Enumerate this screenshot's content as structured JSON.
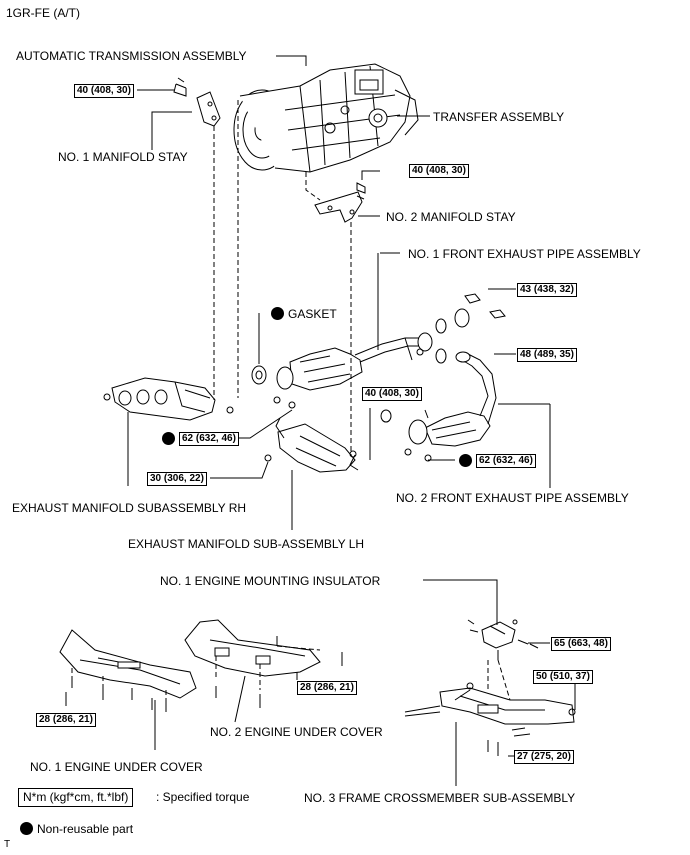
{
  "title": "1GR-FE (A/T)",
  "labels": {
    "automatic_transmission": "AUTOMATIC TRANSMISSION ASSEMBLY",
    "transfer": "TRANSFER ASSEMBLY",
    "manifold_stay_1": "NO. 1 MANIFOLD STAY",
    "manifold_stay_2": "NO. 2 MANIFOLD STAY",
    "front_exhaust_pipe_1": "NO. 1 FRONT EXHAUST PIPE ASSEMBLY",
    "gasket": "GASKET",
    "front_exhaust_pipe_2": "NO. 2 FRONT EXHAUST PIPE ASSEMBLY",
    "exhaust_manifold_rh": "EXHAUST MANIFOLD SUBASSEMBLY RH",
    "exhaust_manifold_lh": "EXHAUST MANIFOLD SUB-ASSEMBLY LH",
    "engine_mounting_insulator": "NO. 1 ENGINE MOUNTING INSULATOR",
    "engine_under_cover_1": "NO. 1 ENGINE UNDER COVER",
    "engine_under_cover_2": "NO. 2 ENGINE UNDER COVER",
    "frame_crossmember": "NO. 3 FRAME CROSSMEMBER SUB-ASSEMBLY"
  },
  "torques": {
    "t_stay1": "40 (408, 30)",
    "t_stay2": "40 (408, 30)",
    "t_pipe1": "43 (438, 32)",
    "t_pipe2_upper": "48 (489, 35)",
    "t_manifold_lh_center": "40 (408, 30)",
    "t_manifold_rh": "62 (632, 46)",
    "t_pipe2_lower": "62 (632, 46)",
    "t_manifold_lh": "30 (306, 22)",
    "t_insulator": "65 (663, 48)",
    "t_cover2": "28 (286, 21)",
    "t_crossmember_upper": "50 (510, 37)",
    "t_cover1": "28 (286, 21)",
    "t_crossmember_lower": "27 (275, 20)"
  },
  "legend": {
    "torque_unit": "N*m (kgf*cm, ft.*lbf)",
    "torque_text": ": Specified torque",
    "nonreusable_text": "Non-reusable part"
  },
  "footer_code": "T"
}
